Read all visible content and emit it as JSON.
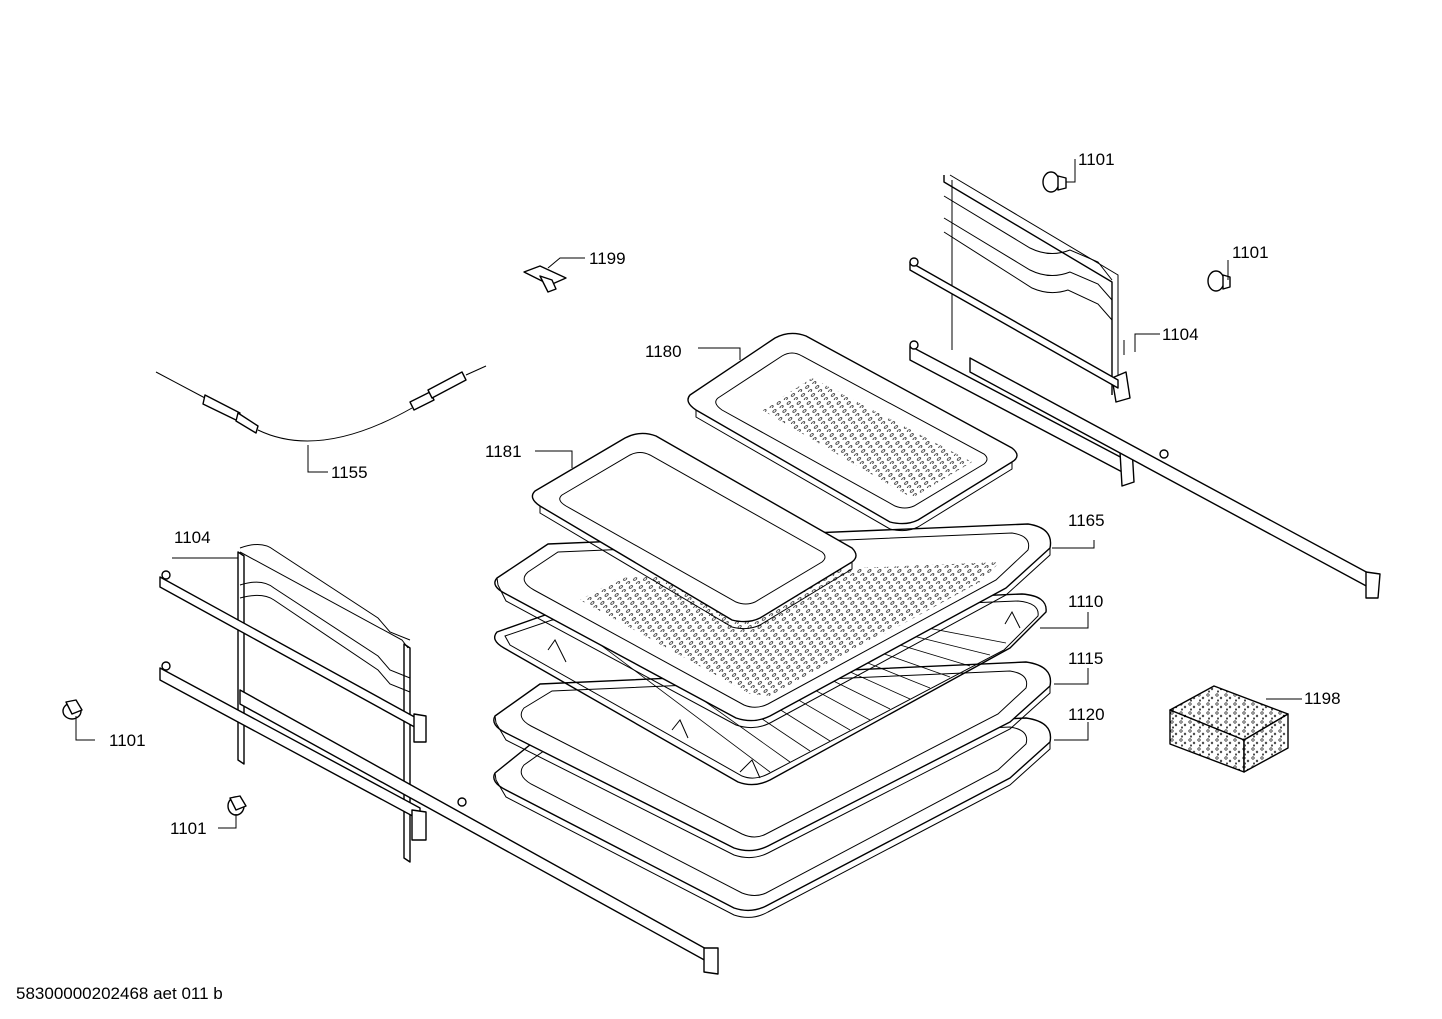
{
  "labels": {
    "l1101_a": "1101",
    "l1101_b": "1101",
    "l1101_c": "1101",
    "l1101_d": "1101",
    "l1199": "1199",
    "l1104_right": "1104",
    "l1104_left": "1104",
    "l1180": "1180",
    "l1181": "1181",
    "l1155": "1155",
    "l1165": "1165",
    "l1110": "1110",
    "l1115": "1115",
    "l1120": "1120",
    "l1198": "1198"
  },
  "footer": "58300000202468 aet 011 b"
}
